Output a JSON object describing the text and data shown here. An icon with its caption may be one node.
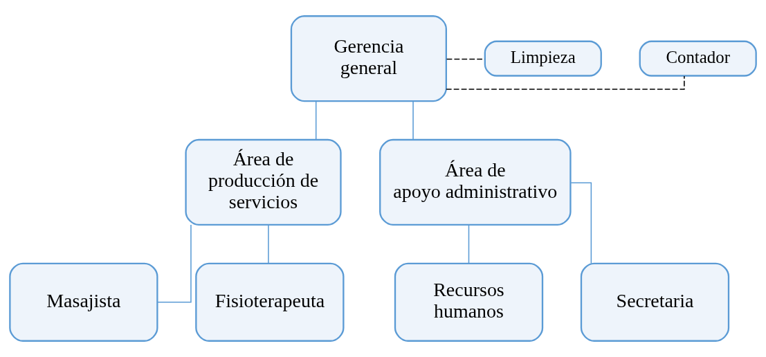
{
  "diagram": {
    "nodes": [
      {
        "text": [
          "Gerencia general"
        ]
      },
      {
        "text": [
          "Contador"
        ]
      },
      {
        "text": [
          "Limpieza"
        ]
      },
      {
        "text": [
          "Área de producción de servicios"
        ]
      },
      {
        "text": [
          "Área de apoyo administrativo"
        ]
      },
      {
        "text": [
          "Masajista"
        ]
      },
      {
        "text": [
          "Fisioterapeuta"
        ]
      },
      {
        "text": [
          "Recursos humanos"
        ]
      },
      {
        "text": [
          "Secretaria"
        ]
      }
    ],
    "edges": [
      {
        "from": 0,
        "to": 1,
        "arrow": "none",
        "style": "dashed",
        "color": "#000000"
      },
      {
        "from": 0,
        "to": 2,
        "arrow": "none",
        "style": "dashed",
        "color": "#000000"
      },
      {
        "from": 0,
        "to": 3,
        "arrow": "none"
      },
      {
        "from": 0,
        "to": 4,
        "arrow": "none"
      },
      {
        "from": 3,
        "to": 5,
        "arrow": "none"
      },
      {
        "from": 3,
        "to": 6,
        "arrow": "none"
      },
      {
        "from": 4,
        "to": 7,
        "arrow": "none"
      },
      {
        "from": 4,
        "to": 8,
        "arrow": "none"
      }
    ]
  }
}
